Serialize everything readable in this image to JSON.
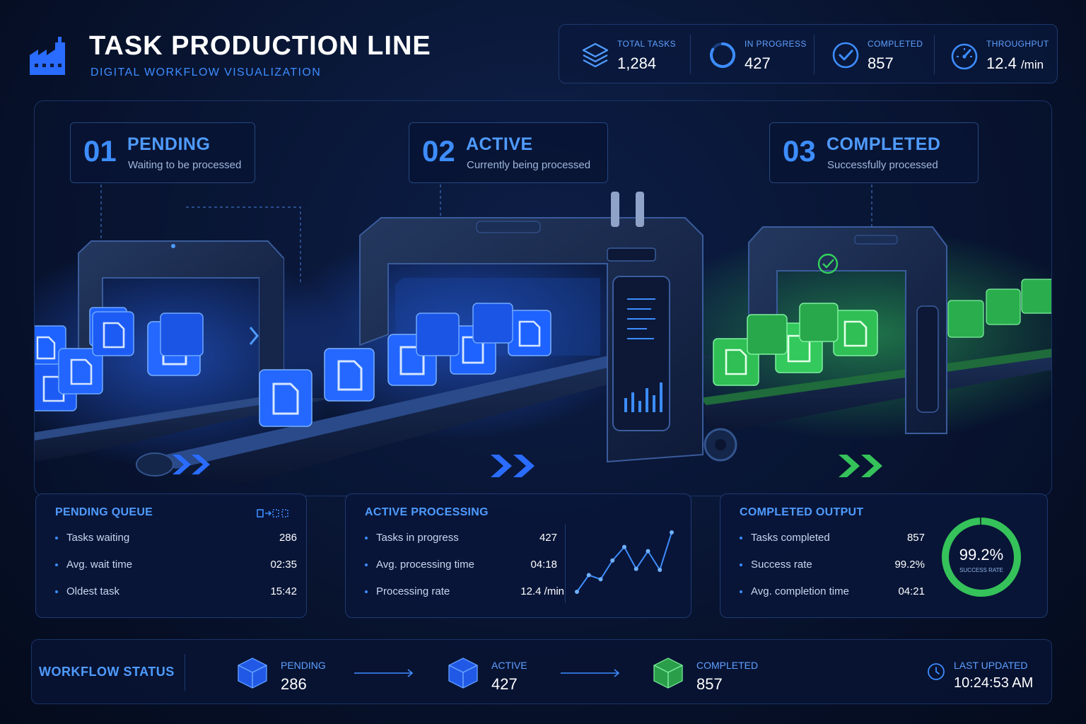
{
  "header": {
    "title": "TASK PRODUCTION LINE",
    "subtitle": "DIGITAL WORKFLOW VISUALIZATION",
    "icon": "factory-icon"
  },
  "stats": [
    {
      "label": "TOTAL TASKS",
      "value": "1,284",
      "unit": "",
      "icon": "layers-icon"
    },
    {
      "label": "IN PROGRESS",
      "value": "427",
      "unit": "",
      "icon": "progress-ring-icon"
    },
    {
      "label": "COMPLETED",
      "value": "857",
      "unit": "",
      "icon": "check-circle-icon"
    },
    {
      "label": "THROUGHPUT",
      "value": "12.4",
      "unit": "/min",
      "icon": "speedometer-icon"
    }
  ],
  "stages": [
    {
      "num": "01",
      "name": "PENDING",
      "desc": "Waiting to be processed"
    },
    {
      "num": "02",
      "name": "ACTIVE",
      "desc": "Currently being processed"
    },
    {
      "num": "03",
      "name": "COMPLETED",
      "desc": "Successfully processed"
    }
  ],
  "panels": {
    "pending": {
      "title": "PENDING QUEUE",
      "rows": [
        {
          "label": "Tasks waiting",
          "value": "286"
        },
        {
          "label": "Avg. wait time",
          "value": "02:35"
        },
        {
          "label": "Oldest task",
          "value": "15:42"
        }
      ]
    },
    "active": {
      "title": "ACTIVE PROCESSING",
      "rows": [
        {
          "label": "Tasks in progress",
          "value": "427"
        },
        {
          "label": "Avg. processing time",
          "value": "04:18"
        },
        {
          "label": "Processing rate",
          "value": "12.4 /min"
        }
      ],
      "sparkline": [
        1.0,
        2.6,
        2.2,
        4.0,
        5.3,
        3.2,
        4.9,
        3.1,
        6.7
      ]
    },
    "completed": {
      "title": "COMPLETED OUTPUT",
      "rows": [
        {
          "label": "Tasks completed",
          "value": "857"
        },
        {
          "label": "Success rate",
          "value": "99.2%"
        },
        {
          "label": "Avg. completion time",
          "value": "04:21"
        }
      ],
      "donut_value": "99.2%",
      "donut_label": "SUCCESS RATE",
      "donut_fraction": 0.992
    }
  },
  "footer": {
    "title": "WORKFLOW STATUS",
    "steps": [
      {
        "label": "PENDING",
        "value": "286",
        "color": "#2f6fff"
      },
      {
        "label": "ACTIVE",
        "value": "427",
        "color": "#2f6fff"
      },
      {
        "label": "COMPLETED",
        "value": "857",
        "color": "#35c25a"
      }
    ],
    "last_updated_label": "LAST UPDATED",
    "last_updated_value": "10:24:53 AM"
  },
  "colors": {
    "accent_blue": "#3d8dff",
    "accent_green": "#35c25a",
    "background": "#071230"
  }
}
